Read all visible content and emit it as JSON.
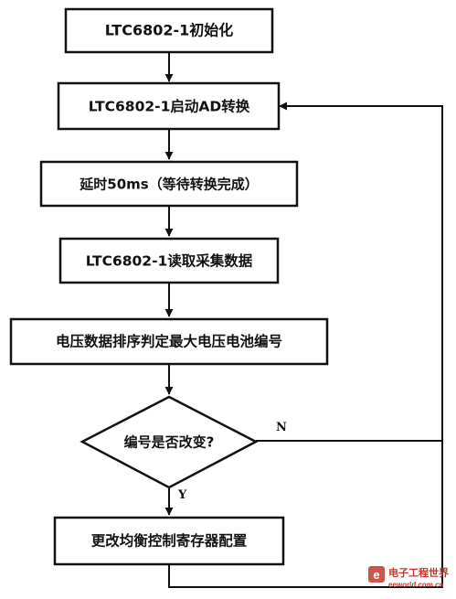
{
  "diagram": {
    "nodes": [
      {
        "id": "init",
        "shape": "rect",
        "label": "LTC6802-1初始化"
      },
      {
        "id": "start-ad",
        "shape": "rect",
        "label": "LTC6802-1启动AD转换"
      },
      {
        "id": "delay",
        "shape": "rect",
        "label": "延时50ms（等待转换完成）"
      },
      {
        "id": "read",
        "shape": "rect",
        "label": "LTC6802-1读取采集数据"
      },
      {
        "id": "sort",
        "shape": "rect",
        "label": "电压数据排序判定最大电压电池编号"
      },
      {
        "id": "decision",
        "shape": "diamond",
        "label": "编号是否改变?"
      },
      {
        "id": "config",
        "shape": "rect",
        "label": "更改均衡控制寄存器配置"
      }
    ],
    "edges": [
      {
        "from": "init",
        "to": "start-ad",
        "label": ""
      },
      {
        "from": "start-ad",
        "to": "delay",
        "label": ""
      },
      {
        "from": "delay",
        "to": "read",
        "label": ""
      },
      {
        "from": "read",
        "to": "sort",
        "label": ""
      },
      {
        "from": "sort",
        "to": "decision",
        "label": ""
      },
      {
        "from": "decision",
        "to": "config",
        "label": "Y"
      },
      {
        "from": "decision",
        "to": "start-ad",
        "label": "N"
      },
      {
        "from": "config",
        "to": "start-ad",
        "label": ""
      }
    ]
  },
  "watermark": {
    "text": "电子工程世界",
    "url": "eeworld.com.cn",
    "color": "#c0392b"
  },
  "colors": {
    "stroke": "#111111",
    "background": "#ffffff"
  }
}
